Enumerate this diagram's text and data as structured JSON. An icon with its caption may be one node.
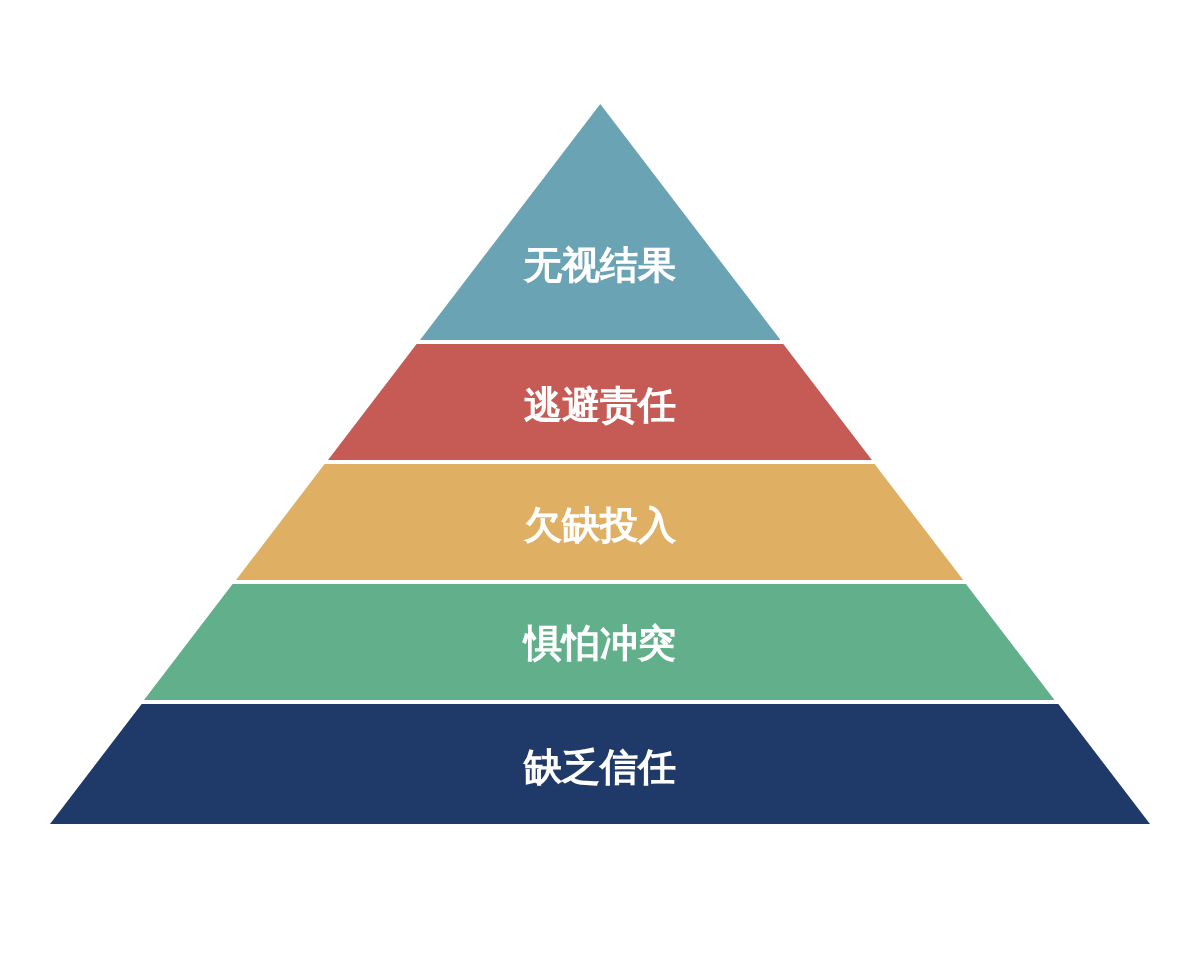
{
  "diagram": {
    "nodes": [
      {
        "text": [
          "无视结果"
        ]
      },
      {
        "text": [
          "逃避责任"
        ]
      },
      {
        "text": [
          "欠缺投入"
        ]
      },
      {
        "text": [
          "惧怕冲突"
        ]
      },
      {
        "text": [
          "缺乏信任"
        ]
      }
    ]
  }
}
